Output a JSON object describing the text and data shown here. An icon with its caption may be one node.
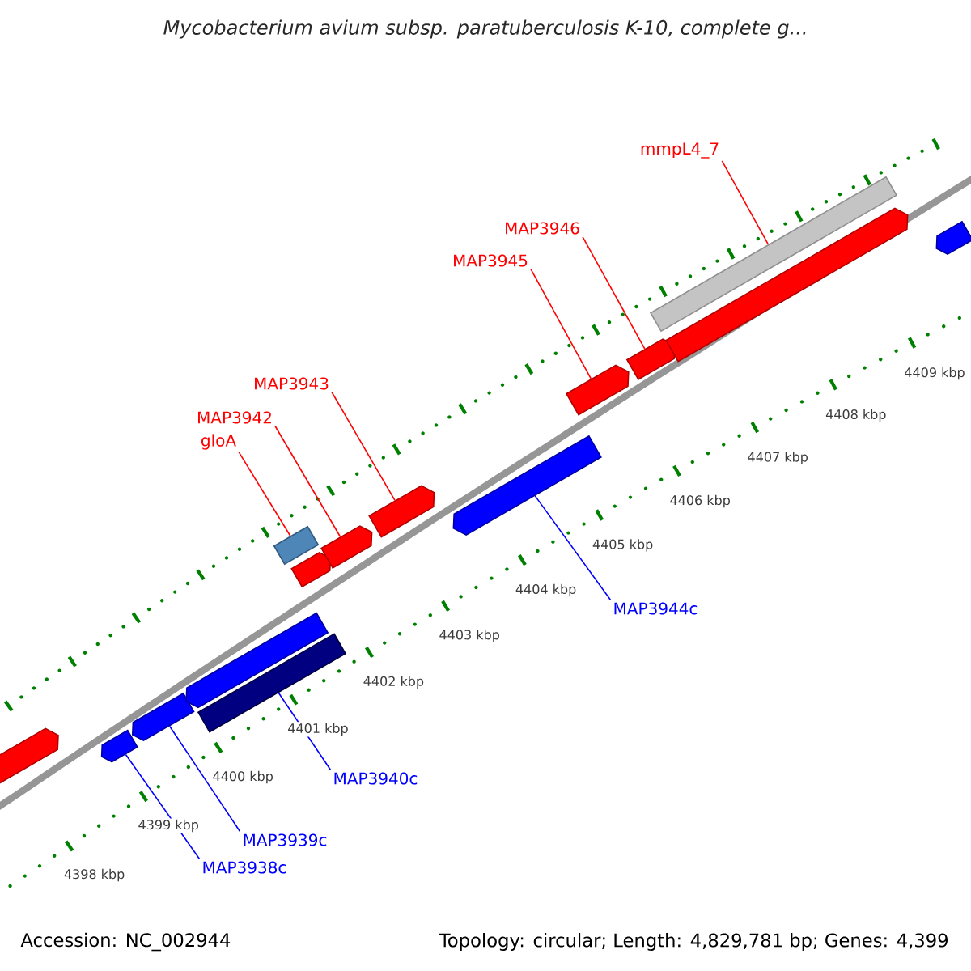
{
  "diagram": {
    "title": "Mycobacterium avium subsp. paratuberculosis K-10, complete g...",
    "nodes": [
      {
        "text": [
          "mmpL4_7"
        ]
      },
      {
        "text": [
          "MAP3946"
        ]
      },
      {
        "text": [
          "MAP3945"
        ]
      },
      {
        "text": [
          "MAP3943"
        ]
      },
      {
        "text": [
          "MAP3942"
        ]
      },
      {
        "text": [
          "gloA"
        ]
      },
      {
        "text": [
          "MAP3944c"
        ]
      },
      {
        "text": [
          "MAP3940c"
        ]
      },
      {
        "text": [
          "MAP3939c"
        ]
      },
      {
        "text": [
          "MAP3938c"
        ]
      },
      {
        "text": [],
        "shape": "arrow"
      },
      {
        "text": [],
        "shape": "arrow"
      },
      {
        "text": [],
        "shape": "arrow"
      },
      {
        "text": [],
        "shape": "arrow"
      },
      {
        "text": [],
        "shape": "bar"
      },
      {
        "text": [],
        "shape": "bar"
      },
      {
        "text": [],
        "shape": "arrow"
      },
      {
        "text": [],
        "shape": "arrow"
      },
      {
        "text": [],
        "shape": "arrow"
      },
      {
        "text": [],
        "shape": "arrow"
      },
      {
        "text": [],
        "shape": "arrow"
      },
      {
        "text": [],
        "shape": "arrow"
      },
      {
        "text": [],
        "shape": "bar"
      },
      {
        "text": [],
        "shape": "arrow"
      },
      {
        "text": [],
        "shape": "arrow"
      }
    ],
    "edges": [
      {
        "from": 0,
        "to": 22,
        "arrow": "none"
      },
      {
        "from": 1,
        "to": 21,
        "arrow": "none"
      },
      {
        "from": 2,
        "to": 20,
        "arrow": "none"
      },
      {
        "from": 3,
        "to": 18,
        "arrow": "none"
      },
      {
        "from": 4,
        "to": 17,
        "arrow": "none"
      },
      {
        "from": 5,
        "to": 15,
        "arrow": "none"
      },
      {
        "from": 6,
        "to": 19,
        "arrow": "none",
        "color": "#0000ff"
      },
      {
        "from": 7,
        "to": 14,
        "arrow": "none",
        "color": "#0000ff"
      },
      {
        "from": 8,
        "to": 12,
        "arrow": "none",
        "color": "#0000ff"
      },
      {
        "from": 9,
        "to": 11,
        "arrow": "none",
        "color": "#0000ff"
      }
    ],
    "labels": [
      "4398 kbp",
      "4399 kbp",
      "4400 kbp",
      "4401 kbp",
      "4402 kbp",
      "4403 kbp",
      "4404 kbp",
      "4405 kbp",
      "4406 kbp",
      "4407 kbp",
      "4408 kbp",
      "4409 kbp",
      "Accession: NC_002944",
      "Topology: circular; Length: 4,829,781 bp; Genes: 4,399"
    ]
  }
}
